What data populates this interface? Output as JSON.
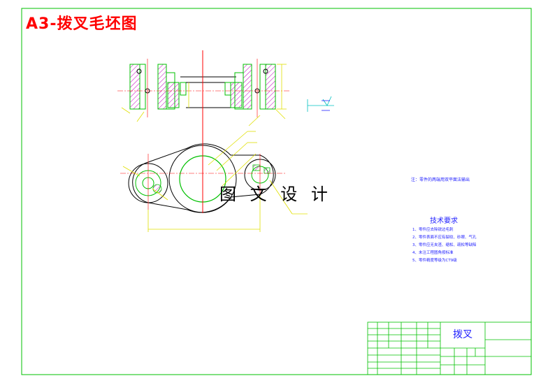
{
  "drawing": {
    "title": "A3-拨叉毛坯图",
    "watermark": "图 文 设 计",
    "note": "注：零件的两端用双平面法输出",
    "requirements_title": "技术要求",
    "requirements": [
      "1、零件应去除锐边毛刺",
      "2、零件表面不应有裂纹、砂眼、气孔",
      "3、零件应无夹渣、缩松、疏松等缺陷",
      "4、未注工程圆角按标准",
      "5、零件精度等级为CT9级"
    ],
    "part_name": "拨叉"
  },
  "colors": {
    "frame": "#00c000",
    "title": "#ff0000",
    "outline": "#000000",
    "center_line": "#ff0000",
    "dimension": "#e0e000",
    "hatch": "#c000c0",
    "text": "#2222ff"
  }
}
